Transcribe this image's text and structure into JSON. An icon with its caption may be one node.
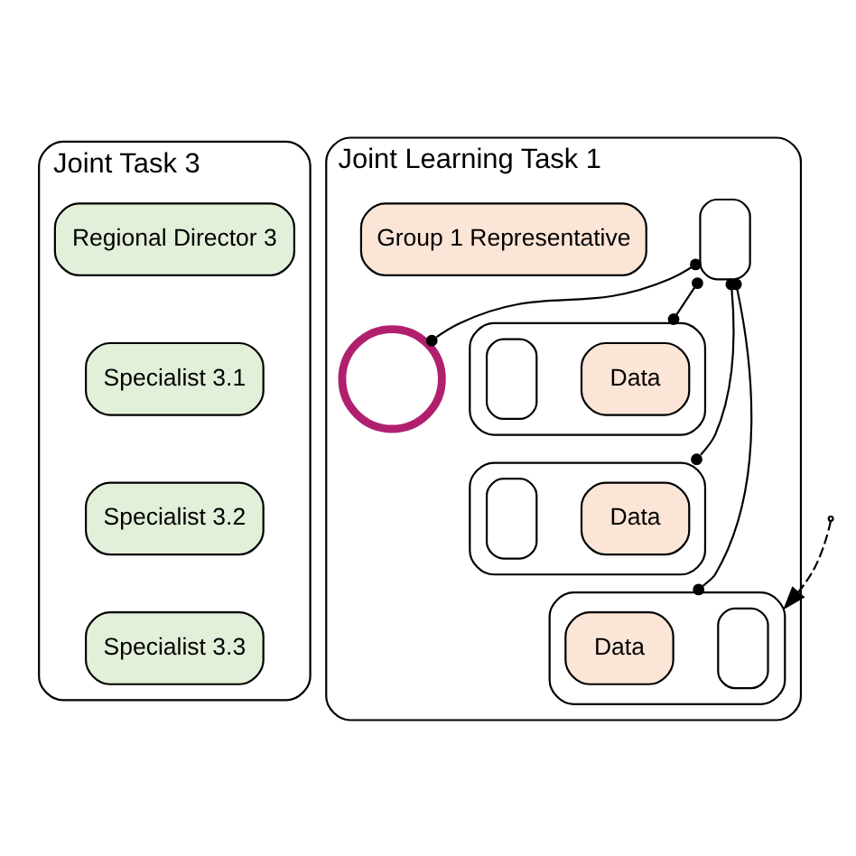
{
  "diagram": {
    "nodes": [
      {
        "text": [
          "Joint Task 3"
        ]
      },
      {
        "text": [
          "Regional Director 3"
        ],
        "in": 0
      },
      {
        "text": [
          "Specialist 3.1"
        ],
        "in": 0
      },
      {
        "text": [
          "Specialist 3.2"
        ],
        "in": 0
      },
      {
        "text": [
          "Specialist 3.3"
        ],
        "in": 0
      },
      {
        "text": [
          "Joint Learning Task 1"
        ]
      },
      {
        "text": [],
        "shape": "box",
        "in": 5
      },
      {
        "text": [
          "Group 1 Representative"
        ],
        "in": 5
      },
      {
        "text": [],
        "shape": "circle",
        "in": 5
      },
      {
        "text": [],
        "shape": "box",
        "in": 5
      },
      {
        "text": [
          "Data"
        ],
        "in": 9
      },
      {
        "text": [],
        "shape": "box",
        "in": 9
      },
      {
        "text": [],
        "shape": "box",
        "in": 5
      },
      {
        "text": [
          "Data"
        ],
        "in": 12
      },
      {
        "text": [],
        "shape": "box",
        "in": 12
      },
      {
        "text": [],
        "shape": "box",
        "in": 5
      },
      {
        "text": [
          "Data"
        ],
        "in": 15
      },
      {
        "text": [],
        "shape": "box",
        "in": 15
      }
    ],
    "edges": [
      {
        "from": 6,
        "to": 8,
        "arrow": "other"
      },
      {
        "from": 6,
        "to": 9,
        "arrow": "other"
      },
      {
        "from": 6,
        "to": 12,
        "arrow": "other"
      },
      {
        "from": 6,
        "to": 15,
        "arrow": "other"
      },
      {
        "from": null,
        "to": 15,
        "arrow": "to",
        "style": "dashed"
      }
    ]
  }
}
